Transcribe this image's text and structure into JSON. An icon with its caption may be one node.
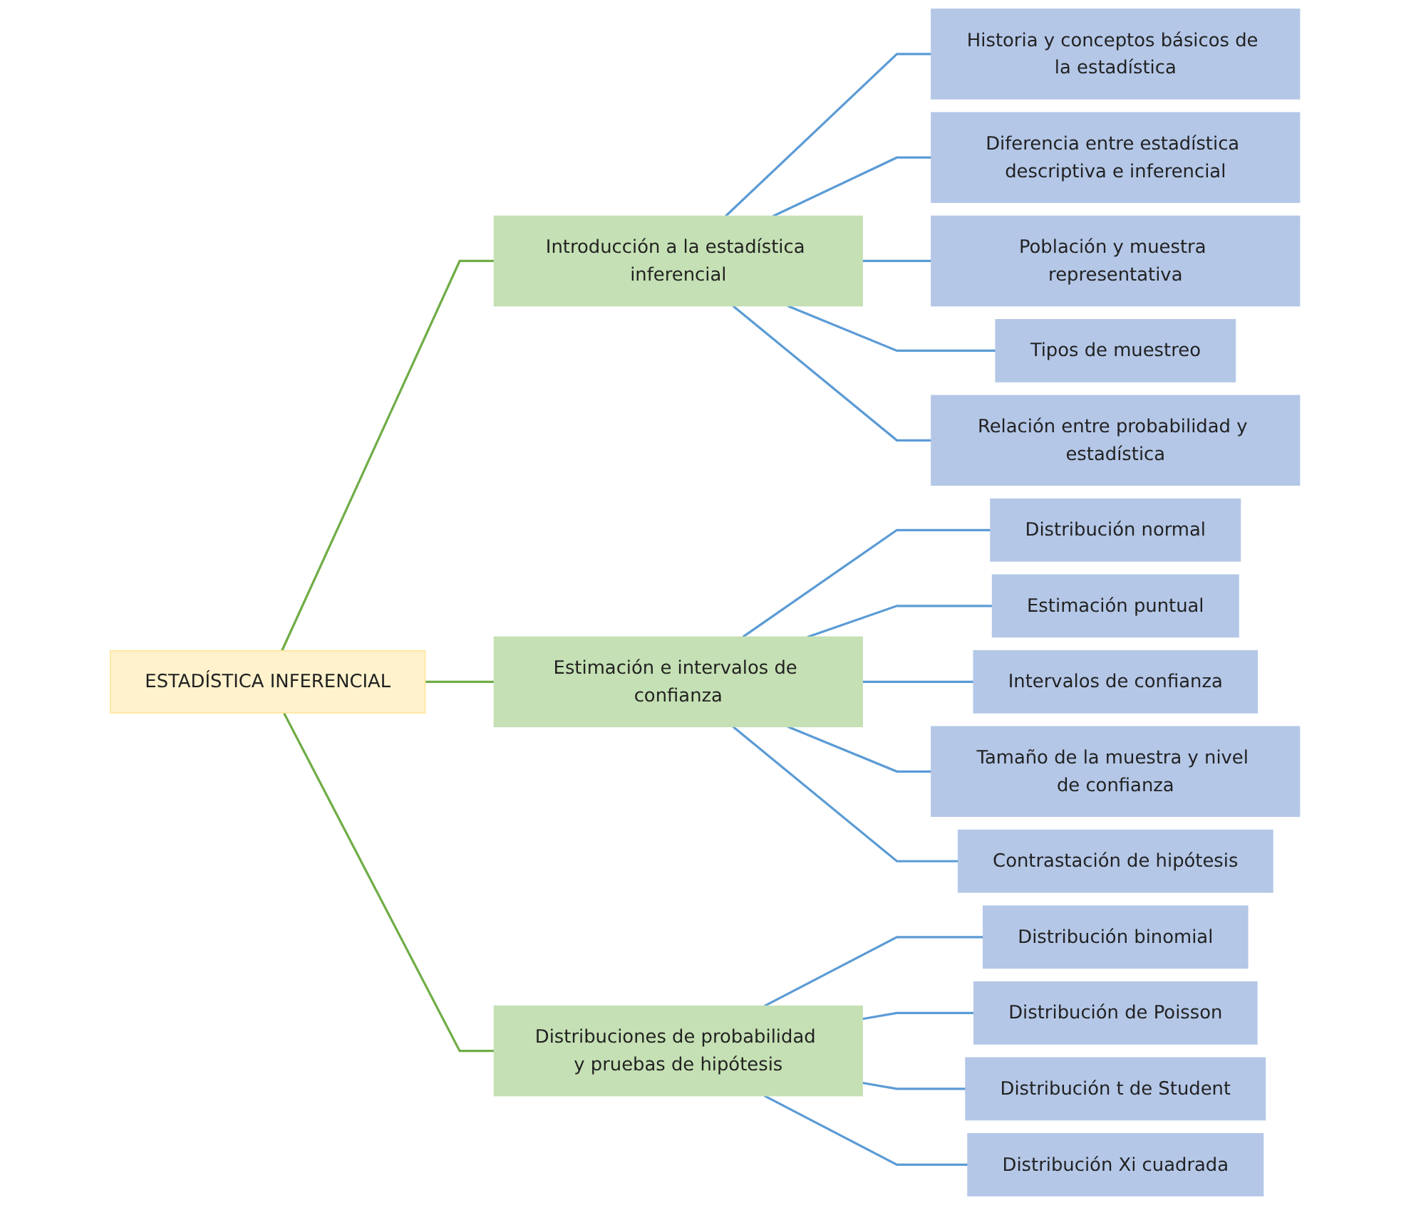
{
  "diagram": {
    "nodes": [
      {
        "text": [
          "ESTADÍSTICA INFERENCIAL"
        ]
      },
      {
        "text": [
          "Introducción a la estadística inferencial"
        ]
      },
      {
        "text": [
          "Historia y conceptos básicos de la estadística"
        ]
      },
      {
        "text": [
          "Diferencia entre estadística descriptiva e inferencial"
        ]
      },
      {
        "text": [
          "Población y muestra representativa"
        ]
      },
      {
        "text": [
          "Tipos de muestreo"
        ]
      },
      {
        "text": [
          "Relación entre probabilidad y estadística"
        ]
      },
      {
        "text": [
          "Estimación e intervalos de confianza"
        ]
      },
      {
        "text": [
          "Distribución normal"
        ]
      },
      {
        "text": [
          "Estimación puntual"
        ]
      },
      {
        "text": [
          "Intervalos de confianza"
        ]
      },
      {
        "text": [
          "Tamaño de la muestra y nivel de confianza"
        ]
      },
      {
        "text": [
          "Contrastación de hipótesis"
        ]
      },
      {
        "text": [
          "Distribuciones de probabilidad y pruebas de hipótesis"
        ]
      },
      {
        "text": [
          "Distribución binomial"
        ]
      },
      {
        "text": [
          "Distribución de Poisson"
        ]
      },
      {
        "text": [
          "Distribución t de Student"
        ]
      },
      {
        "text": [
          "Distribución Xi cuadrada"
        ]
      }
    ],
    "edges": [
      {
        "from": 0,
        "to": 1,
        "arrow": "none",
        "color": "#70ad47"
      },
      {
        "from": 0,
        "to": 7,
        "arrow": "none",
        "color": "#70ad47"
      },
      {
        "from": 0,
        "to": 13,
        "arrow": "none",
        "color": "#70ad47"
      },
      {
        "from": 1,
        "to": 2,
        "arrow": "none"
      },
      {
        "from": 1,
        "to": 3,
        "arrow": "none"
      },
      {
        "from": 1,
        "to": 4,
        "arrow": "none"
      },
      {
        "from": 1,
        "to": 5,
        "arrow": "none"
      },
      {
        "from": 1,
        "to": 6,
        "arrow": "none"
      },
      {
        "from": 7,
        "to": 8,
        "arrow": "none"
      },
      {
        "from": 7,
        "to": 9,
        "arrow": "none"
      },
      {
        "from": 7,
        "to": 10,
        "arrow": "none"
      },
      {
        "from": 7,
        "to": 11,
        "arrow": "none"
      },
      {
        "from": 7,
        "to": 12,
        "arrow": "none"
      },
      {
        "from": 13,
        "to": 14,
        "arrow": "none"
      },
      {
        "from": 13,
        "to": 15,
        "arrow": "none"
      },
      {
        "from": 13,
        "to": 16,
        "arrow": "none"
      },
      {
        "from": 13,
        "to": 17,
        "arrow": "none"
      }
    ]
  }
}
